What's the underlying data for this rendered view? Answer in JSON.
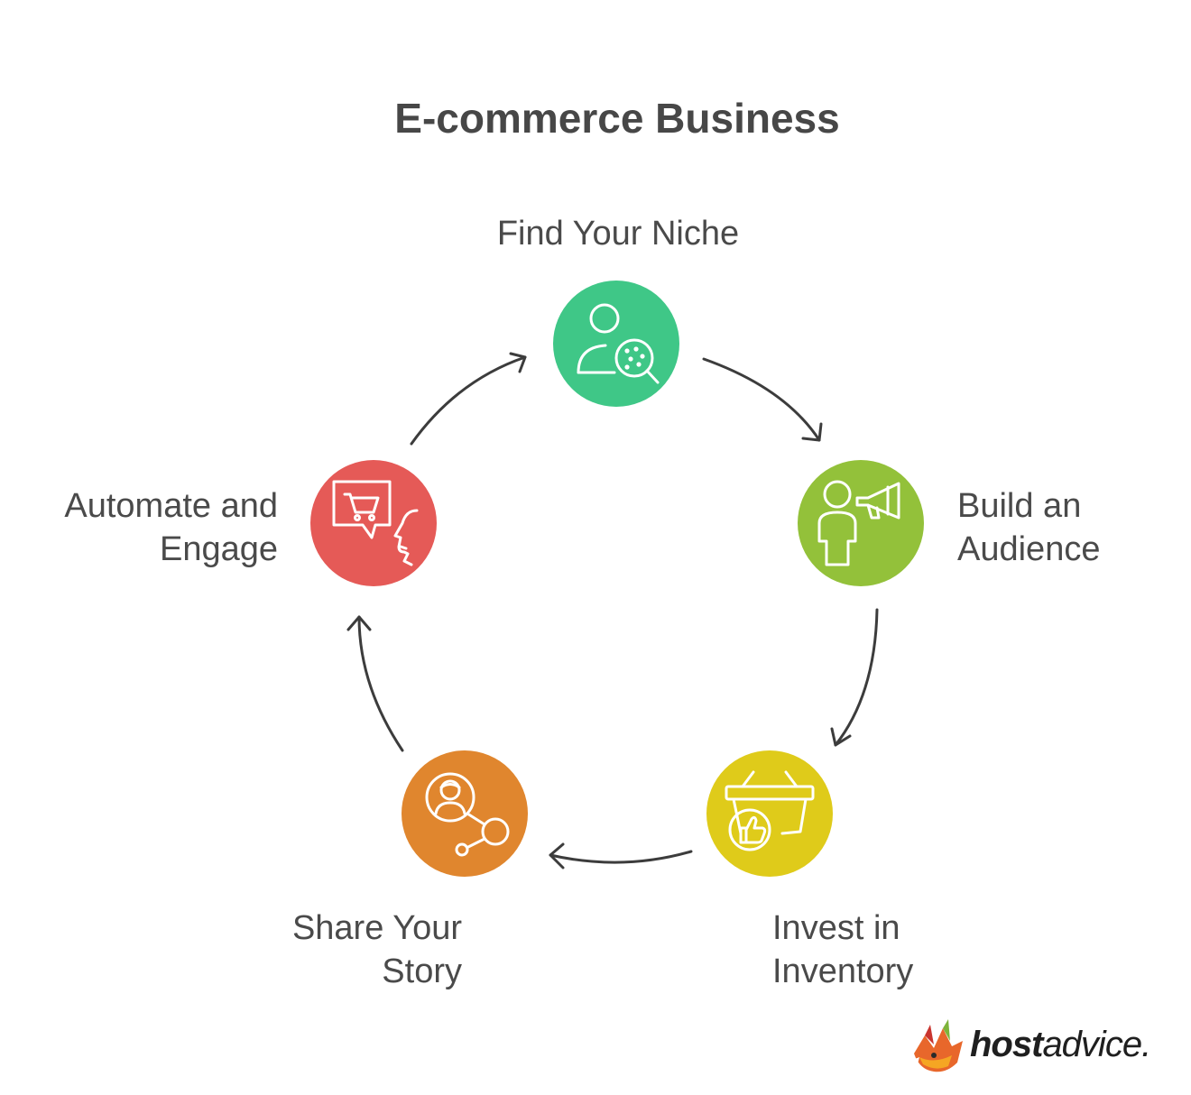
{
  "title": "E-commerce Business",
  "steps": [
    {
      "id": "niche",
      "lines": [
        "Find Your Niche"
      ],
      "color": "#3fc787",
      "icon": "person-search-icon"
    },
    {
      "id": "audience",
      "lines": [
        "Build an",
        "Audience"
      ],
      "color": "#93c13a",
      "icon": "person-megaphone-icon"
    },
    {
      "id": "inventory",
      "lines": [
        "Invest in",
        "Inventory"
      ],
      "color": "#dfcb1a",
      "icon": "basket-thumbs-up-icon"
    },
    {
      "id": "story",
      "lines": [
        "Share Your",
        "Story"
      ],
      "color": "#e0862e",
      "icon": "person-share-icon"
    },
    {
      "id": "automate",
      "lines": [
        "Automate and",
        "Engage"
      ],
      "color": "#e55a57",
      "icon": "chat-cart-face-icon"
    }
  ],
  "colors": {
    "arrow": "#3c3c3c",
    "icon_stroke": "#ffffff"
  },
  "brand": {
    "bold": "host",
    "regular": "advice."
  }
}
